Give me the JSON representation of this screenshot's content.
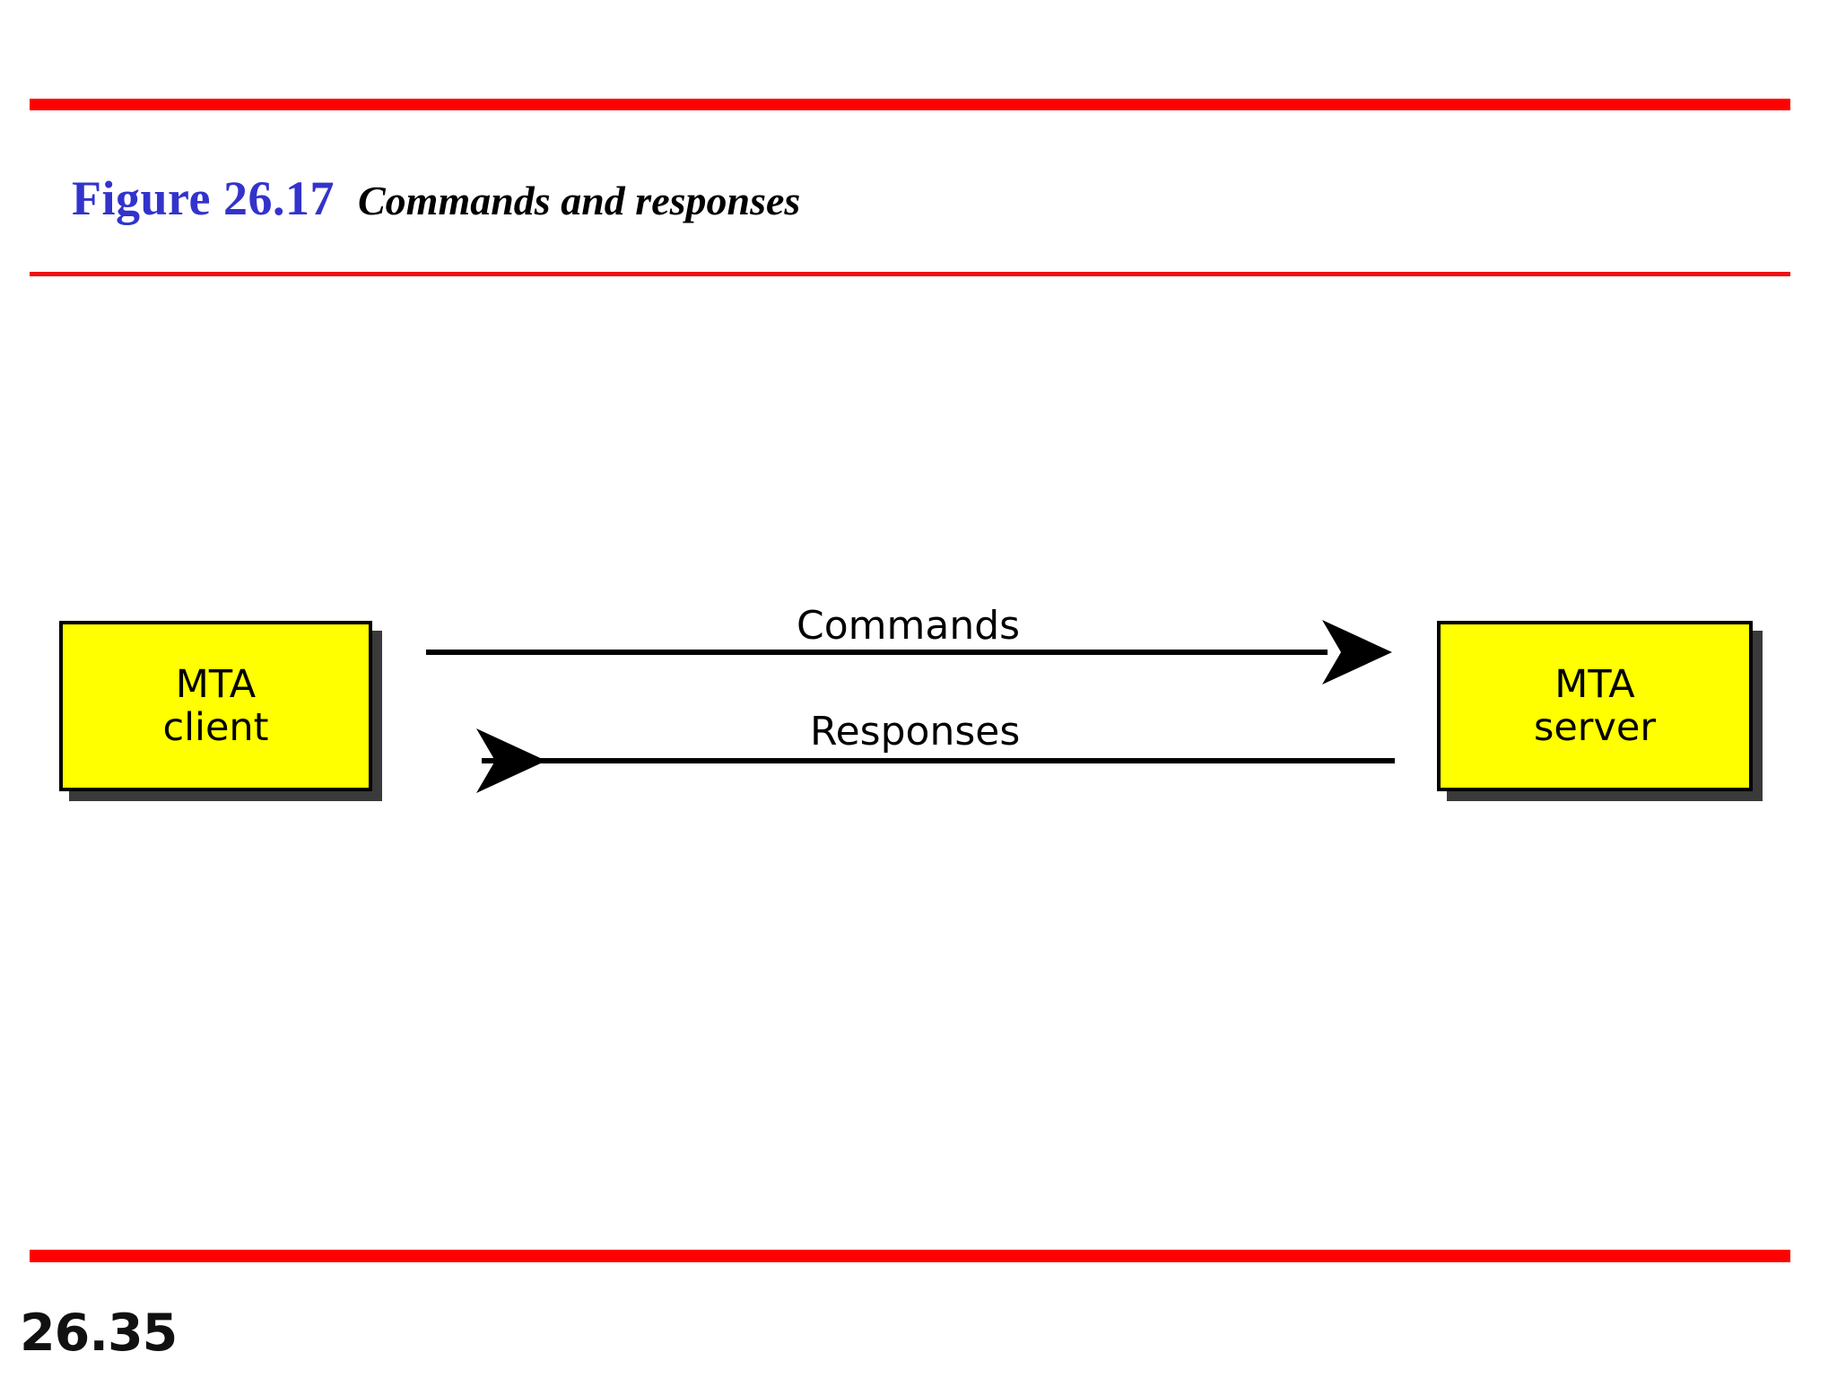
{
  "slide": {
    "figure_label": "Figure 26.17",
    "caption": "Commands and responses",
    "page_number": "26.35",
    "accent_color": "#FE0000",
    "figure_label_color": "#3333CC",
    "node_fill_color": "#FFFF00",
    "node_border_color": "#000000",
    "node_shadow_color": "#3A3A3A"
  },
  "diagram": {
    "type": "block-flow",
    "nodes": [
      {
        "id": "mta-client",
        "line1": "MTA",
        "line2": "client"
      },
      {
        "id": "mta-server",
        "line1": "MTA",
        "line2": "server"
      }
    ],
    "flows": [
      {
        "id": "commands",
        "label": "Commands",
        "direction": "client-to-server"
      },
      {
        "id": "responses",
        "label": "Responses",
        "direction": "server-to-client"
      }
    ]
  }
}
